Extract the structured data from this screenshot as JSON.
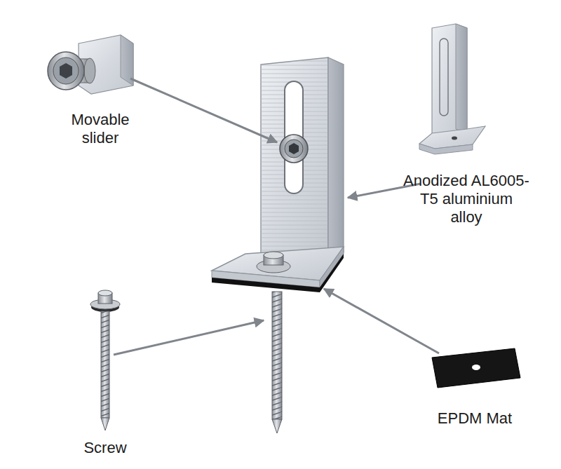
{
  "diagram": {
    "labels": [
      "Movable slider",
      "Anodized AL6005-T5 aluminium alloy",
      "Screw",
      "EPDM Mat"
    ]
  }
}
